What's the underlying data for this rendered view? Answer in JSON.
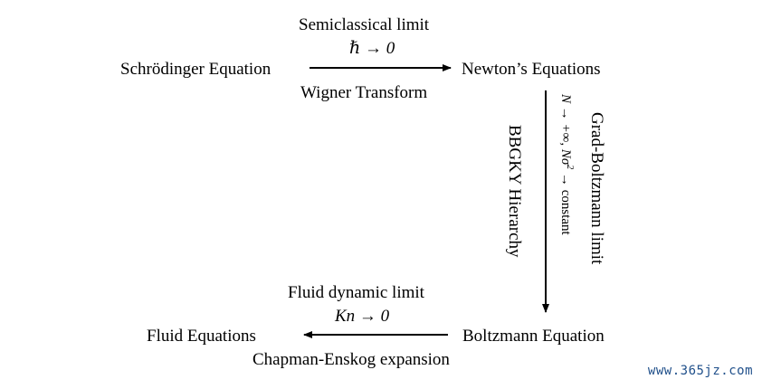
{
  "nodes": {
    "schrodinger": "Schrödinger Equation",
    "newton": "Newton’s Equations",
    "boltzmann": "Boltzmann Equation",
    "fluid": "Fluid Equations"
  },
  "top_edge": {
    "label_above": "Semiclassical limit",
    "math": "ℏ → 0",
    "label_below": "Wigner Transform"
  },
  "right_edge": {
    "label_outer": "Grad-Boltzmann limit",
    "math_prefix": "N → +∞, Nσ",
    "math_sup": "2",
    "math_suffix": " → constant",
    "label_inner": "BBGKY Hierarchy"
  },
  "bottom_edge": {
    "label_above": "Fluid dynamic limit",
    "math": "Kn → 0",
    "label_below": "Chapman-Enskog expansion"
  },
  "watermark": "www.365jz.com"
}
